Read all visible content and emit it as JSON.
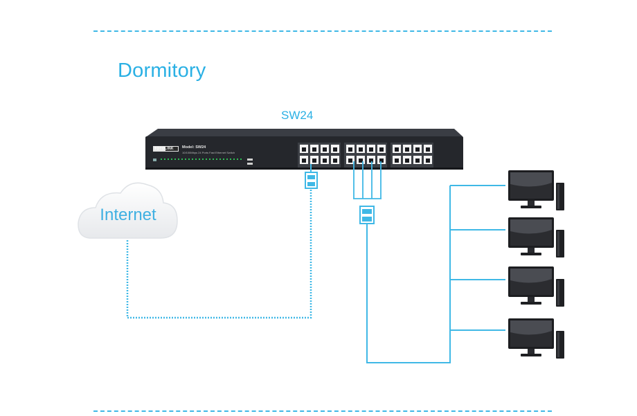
{
  "title": "Dormitory",
  "switch": {
    "caption": "SW24",
    "brand": "TOTOLINK",
    "model": "Model: SW24",
    "description": "10/100Mbps 24 Ports Fast Ethernet Switch"
  },
  "cloud": {
    "label": "Internet"
  },
  "colors": {
    "accent": "#2ab0e4",
    "switch_body": "#25272c",
    "cable": "#3fb8e6"
  },
  "icons": [
    "network-switch-icon",
    "cloud-icon",
    "ethernet-plug-icon",
    "desktop-computer-icon"
  ]
}
